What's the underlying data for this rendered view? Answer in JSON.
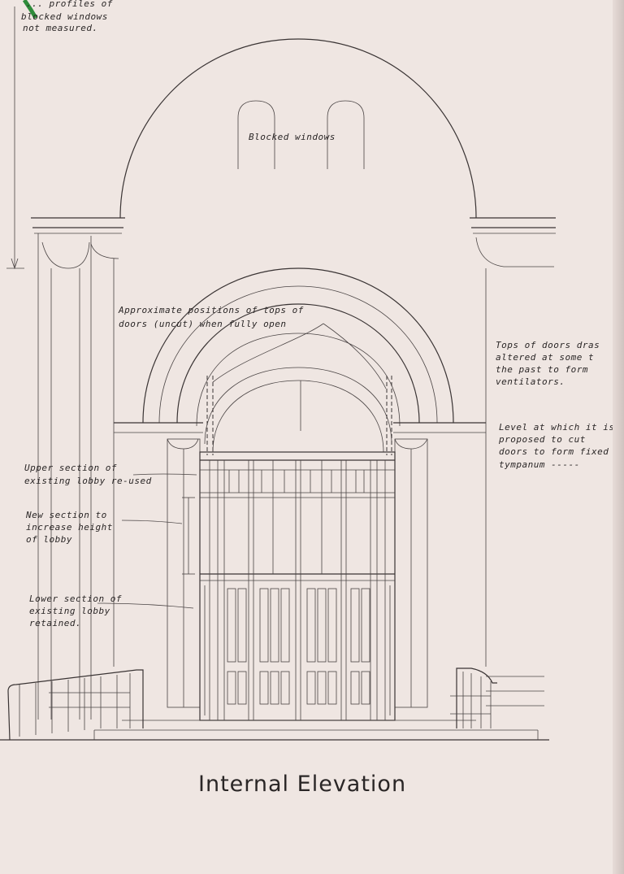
{
  "notes": {
    "top_left_1": "... profiles of",
    "top_left_2": "blocked windows",
    "top_left_3": "not measured.",
    "blocked_windows": "Blocked windows",
    "approx_1": "Approximate positions of tops of",
    "approx_2": "doors (uncut) when fully open",
    "tops_1": "Tops of doors dras",
    "tops_2": "altered at some t",
    "tops_3": "the past to form",
    "tops_4": "ventilators.",
    "level_1": "Level at which it is",
    "level_2": "proposed to cut",
    "level_3": "doors to form fixed",
    "level_4": "tympanum -----",
    "upper_1": "Upper section of",
    "upper_2": "existing lobby re-used",
    "new_1": "New section to",
    "new_2": "increase height",
    "new_3": "of lobby",
    "lower_1": "Lower section of",
    "lower_2": "existing lobby",
    "lower_3": "retained."
  },
  "title": "Internal Elevation",
  "colors": {
    "paper": "#efe6e2",
    "ink": "#2a2626",
    "green_mark": "#2e8b3a"
  }
}
